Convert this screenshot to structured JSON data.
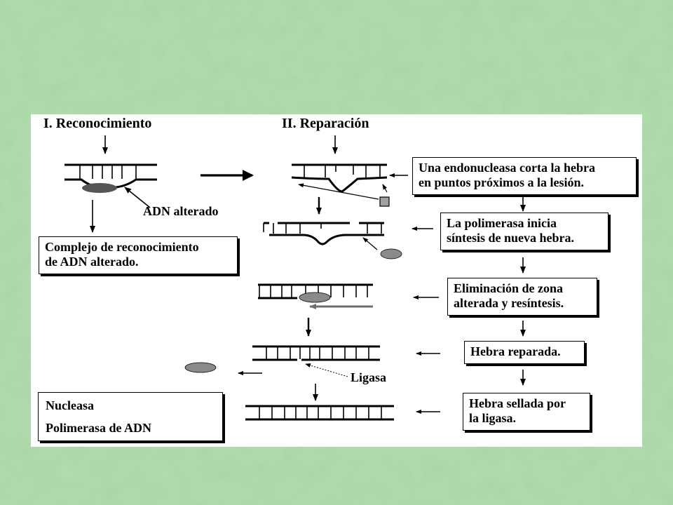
{
  "headings": {
    "recognition": "I. Reconocimiento",
    "repair": "II. Reparación"
  },
  "labels": {
    "altered_dna": "ADN alterado",
    "ligase": "Ligasa"
  },
  "boxes": {
    "recognition_complex": [
      "Complejo de reconocimiento",
      "de ADN alterado."
    ],
    "step1": [
      "Una endonucleasa corta la hebra",
      "en puntos próximos a la lesión."
    ],
    "step2": [
      "La polimerasa inicia",
      "síntesis de nueva hebra."
    ],
    "step3": [
      "Eliminación de zona",
      "alterada y resíntesis."
    ],
    "step4": [
      "Hebra reparada."
    ],
    "step5": [
      "Hebra sellada por",
      "la ligasa."
    ]
  },
  "legend": {
    "nuclease": "Nucleasa",
    "polymerase": "Polimerasa de ADN"
  },
  "colors": {
    "background": "#a9d6a6",
    "enzyme_gray": "#8a8a8a",
    "recognition_complex": "#555555",
    "nuclease_fill": "#a0a0a0"
  }
}
